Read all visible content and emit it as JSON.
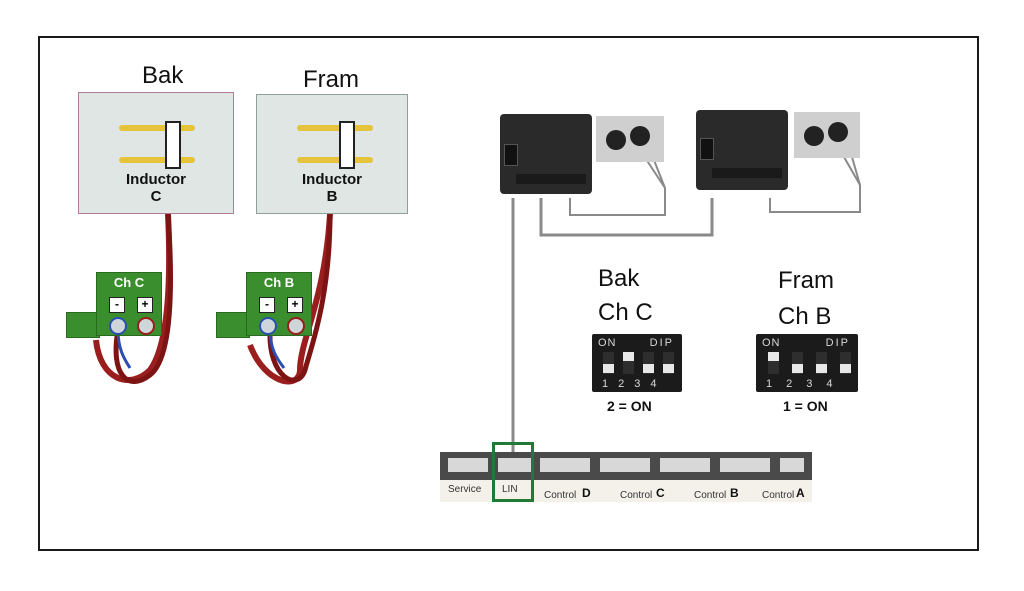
{
  "labels": {
    "bak_top": "Bak",
    "fram_top": "Fram",
    "bak_mid": "Bak",
    "chc_mid": "Ch C",
    "fram_mid": "Fram",
    "chb_mid": "Ch B"
  },
  "inductors": [
    {
      "line1": "Inductor",
      "line2": "C"
    },
    {
      "line1": "Inductor",
      "line2": "B"
    }
  ],
  "terminals": [
    {
      "label": "Ch C",
      "minus": "-",
      "plus": "+"
    },
    {
      "label": "Ch B",
      "minus": "-",
      "plus": "+"
    }
  ],
  "dip_switches": [
    {
      "on_label": "ON",
      "dip_label": "DIP",
      "numbers": "1234",
      "caption": "2 = ON"
    },
    {
      "on_label": "ON",
      "dip_label": "DIP",
      "numbers": "1234",
      "caption": "1 = ON"
    }
  ],
  "connector_bar": {
    "service": "Service",
    "lin": "LIN",
    "control_d": "Control",
    "d": "D",
    "control_c": "Control",
    "c": "C",
    "control_b": "Control",
    "b": "B",
    "control_a": "Control",
    "a": "A"
  },
  "colors": {
    "highlight": "#1f7a36",
    "wire_red": "#9a1e1e",
    "wire_blue": "#2a4fb0",
    "wire_gray": "#8a8a8a",
    "terminal_green": "#3b8e2e"
  }
}
